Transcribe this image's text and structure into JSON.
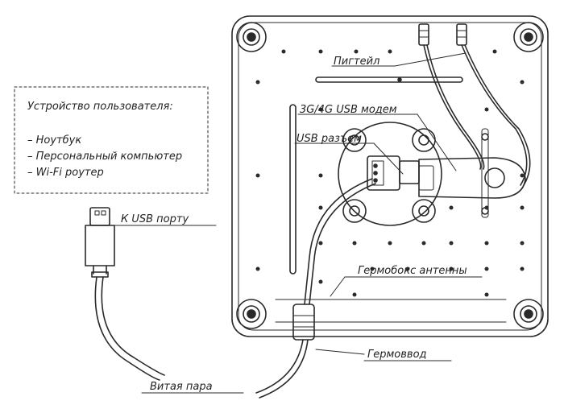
{
  "user_device": {
    "title": "Устройство пользователя:",
    "items": [
      "– Ноутбук",
      "– Персональный компьютер",
      "– Wi-Fi роутер"
    ]
  },
  "labels": {
    "pigtail": "Пигтейл",
    "modem": "3G/4G USB модем",
    "usb_connector": "USB разъем",
    "to_usb_port": "К USB порту",
    "hermobox": "Гермобокс антенны",
    "cable_gland": "Гермоввод",
    "twisted_pair": "Витая пара"
  },
  "colors": {
    "line": "#2a2a2a",
    "background": "#ffffff"
  }
}
